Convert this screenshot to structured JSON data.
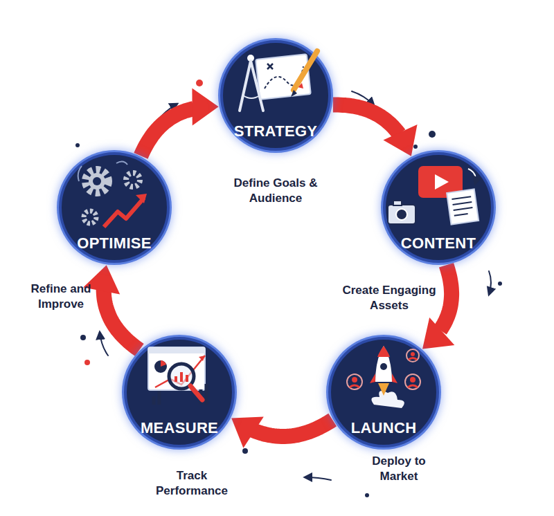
{
  "diagram": {
    "nodes": [
      {
        "text": [
          "STRATEGY",
          "Define Goals & Audience"
        ]
      },
      {
        "text": [
          "CONTENT",
          "Create Engaging Assets"
        ]
      },
      {
        "text": [
          "LAUNCH",
          "Deploy to Market"
        ]
      },
      {
        "text": [
          "MEASURE",
          "Track Performance"
        ]
      },
      {
        "text": [
          "OPTIMISE",
          "Refine and Improve"
        ]
      }
    ],
    "edges": [
      {
        "from": 0,
        "to": 1,
        "arrow": "to"
      },
      {
        "from": 1,
        "to": 2,
        "arrow": "to"
      },
      {
        "from": 2,
        "to": 3,
        "arrow": "to"
      },
      {
        "from": 3,
        "to": 4,
        "arrow": "to"
      },
      {
        "from": 4,
        "to": 0,
        "arrow": "to"
      }
    ]
  }
}
